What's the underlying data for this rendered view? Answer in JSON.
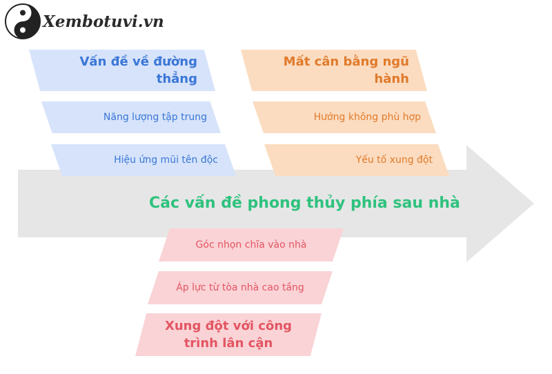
{
  "logo": {
    "text": "Xembotuvi.vn",
    "icon": "yin-yang-icon"
  },
  "diagram": {
    "title": "Các vấn đề phong thủy phía sau nhà",
    "categories": [
      {
        "heading": "Vấn đề về đường thẳng",
        "color": "#3a76d6",
        "items": [
          "Năng lượng tập trung",
          "Hiệu ứng mũi tên độc"
        ]
      },
      {
        "heading": "Mất cân bằng ngũ hành",
        "color": "#e07a2b",
        "items": [
          "Hướng không phù hợp",
          "Yếu tố xung đột"
        ]
      },
      {
        "heading": "Xung đột với công trình lân cận",
        "color": "#e25562",
        "items": [
          "Góc nhọn chĩa vào nhà",
          "Áp lực từ tòa nhà cao tầng"
        ]
      }
    ]
  },
  "colors": {
    "spine": "#e6e6e6",
    "title": "#2ec27e"
  }
}
